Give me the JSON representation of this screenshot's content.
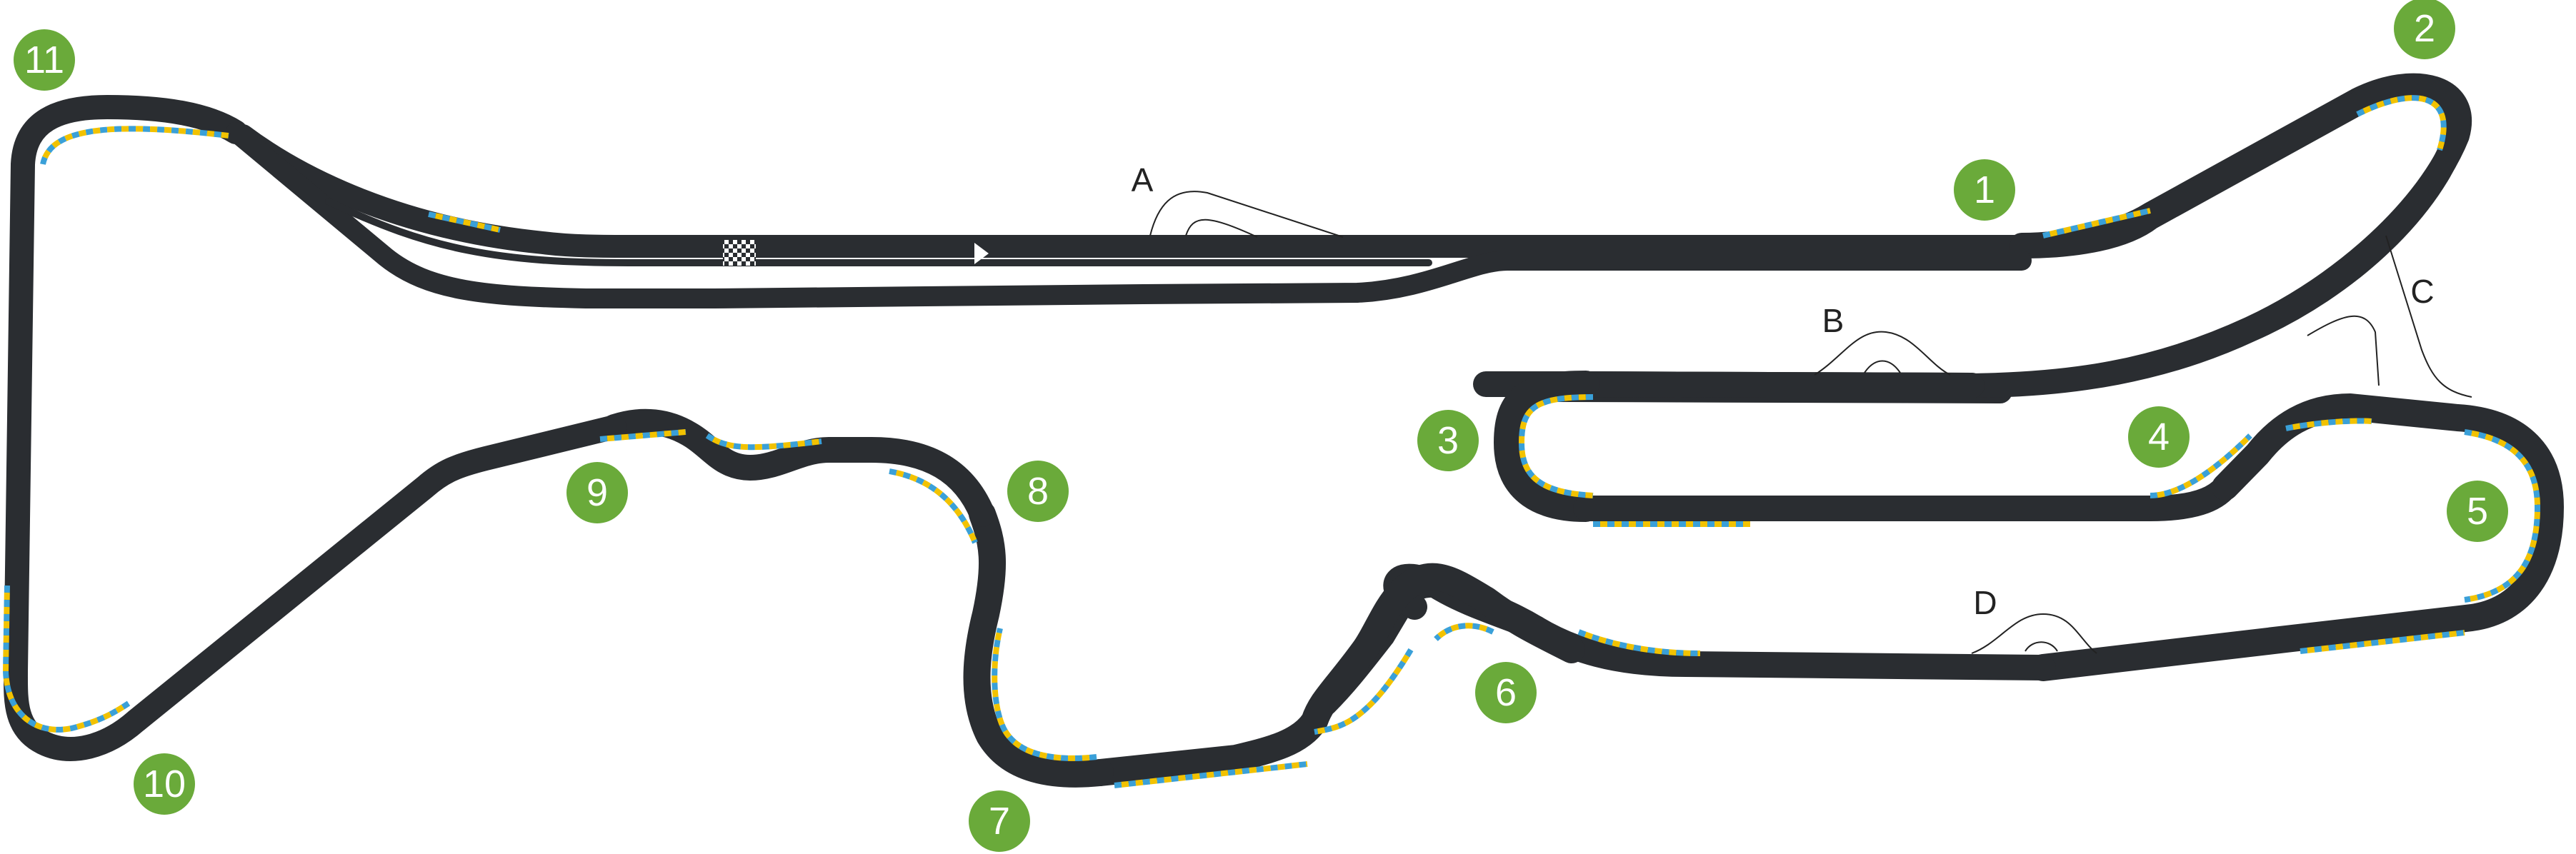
{
  "map": {
    "track_color": "#2a2d31",
    "kerb_color_a": "#3aa0d8",
    "kerb_color_b": "#f2c200",
    "kerb_edge_color": "#e0483a",
    "turn_marker_color": "#6aaa3a",
    "start_finish_icon": "checkered-flag-icon",
    "direction_icon": "direction-arrow-icon",
    "turns": [
      {
        "label": "1"
      },
      {
        "label": "2"
      },
      {
        "label": "3"
      },
      {
        "label": "4"
      },
      {
        "label": "5"
      },
      {
        "label": "6"
      },
      {
        "label": "7"
      },
      {
        "label": "8"
      },
      {
        "label": "9"
      },
      {
        "label": "10"
      },
      {
        "label": "11"
      }
    ],
    "chicanes": [
      {
        "label": "A"
      },
      {
        "label": "B"
      },
      {
        "label": "C"
      },
      {
        "label": "D"
      }
    ]
  }
}
